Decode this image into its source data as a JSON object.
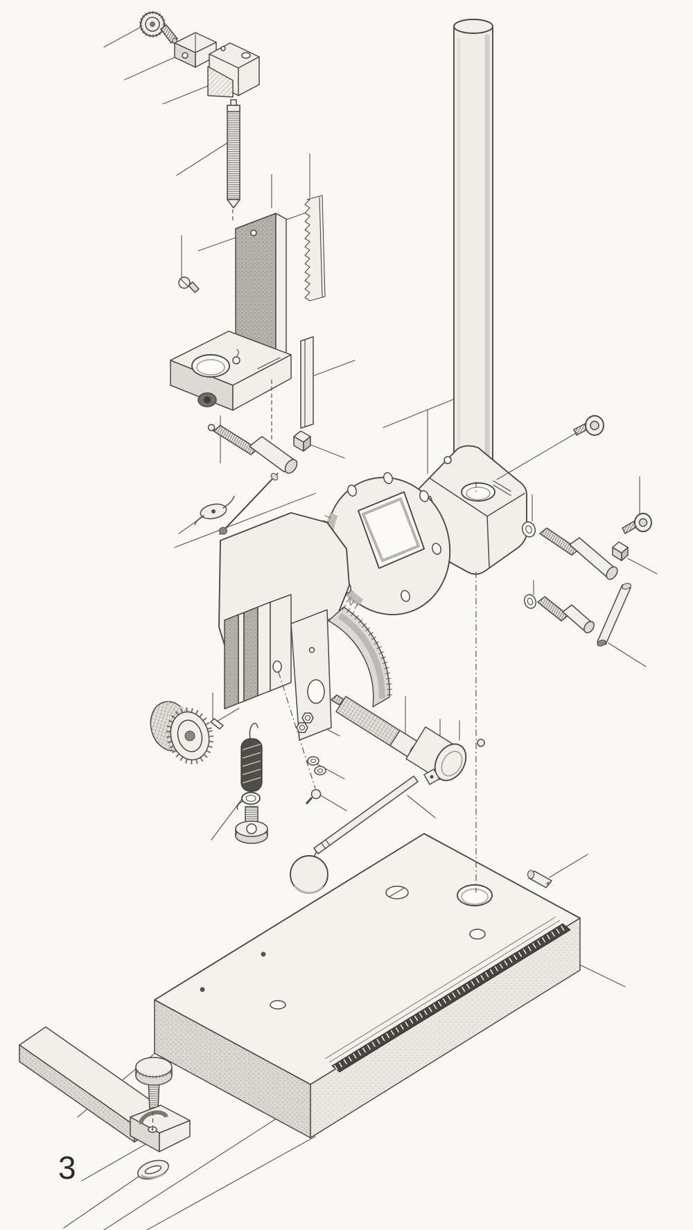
{
  "figure": {
    "label": "3"
  },
  "document": {
    "type": "exploded-parts-diagram",
    "subject": "drill-stand-assembly",
    "style": "scanned-line-drawing"
  },
  "colors": {
    "paper": "#f9f8f4",
    "ink": "#4a4946",
    "part_light": "#f0efea",
    "part_mid": "#dcdad4",
    "part_shaded": "#b7b5ae",
    "part_dark": "#504e49",
    "scale_strip": "#474540",
    "label_text": "#2a2a28"
  },
  "parts": [
    "knurled-clamp-knob",
    "clamp-jaw-block",
    "depth-stop-bracket",
    "threaded-rod",
    "fixing-screw",
    "slide-plate",
    "gear-rack",
    "guide-strip",
    "clamp-stud",
    "square-nut",
    "pivot-pin",
    "cam-lever",
    "carriage-body",
    "swivel-scale-segment",
    "pinion-gear",
    "gear-pin",
    "return-spring",
    "spring-hook-ring",
    "shoulder-screw",
    "hex-nuts-and-washers",
    "ball-detent-screw",
    "pinion-shaft",
    "handle-hub",
    "detent-ball",
    "feed-handle-rod",
    "handle-ball",
    "support-column",
    "column-housing",
    "mounting-flange-ring",
    "washer",
    "threaded-stud",
    "socket-head-screw",
    "socket-head-screw-2",
    "square-nut-2",
    "clamp-rod",
    "base-plate",
    "base-ruler-scale",
    "locating-pin",
    "fence-bar",
    "thumb-screw",
    "fence-clamp-block",
    "slotted-link-plate"
  ]
}
